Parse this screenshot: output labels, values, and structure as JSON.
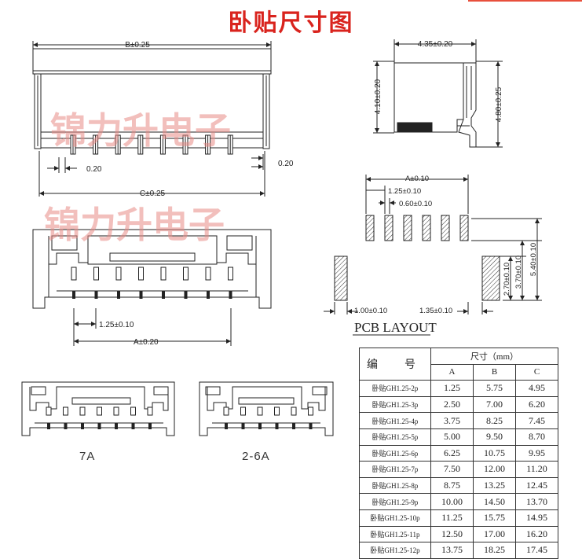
{
  "title": "卧贴尺寸图",
  "watermark": "锦力升电子",
  "colors": {
    "title": "#d9231d",
    "watermark": "#e98b87",
    "line": "#222222",
    "accent": "#e8503c"
  },
  "dims": {
    "top_b": "B±0.25",
    "top_c": "C±0.25",
    "top_020_left": "0.20",
    "top_020_right": "0.20",
    "side_w": "4.35±0.20",
    "side_h1": "4.10±0.20",
    "side_h2": "4.80±0.25",
    "pcb_a": "A±0.10",
    "pcb_pitch": "1.25±0.10",
    "pcb_pad": "0.60±0.10",
    "pcb_h1": "2.70±0.10",
    "pcb_h2": "3.70±0.10",
    "pcb_h3": "5.40±0.10",
    "pcb_w1": "1.00±0.10",
    "pcb_w2": "1.35±0.10",
    "front_pitch": "1.25±0.10",
    "front_a": "A±0.20"
  },
  "pcb_label": "PCB LAYOUT",
  "variant_7a": "7A",
  "variant_26a": "2-6A",
  "table": {
    "col_number": "编　号",
    "col_size": "尺寸（mm）",
    "sub": [
      "A",
      "B",
      "C"
    ],
    "rows": [
      {
        "name": "卧贴GH1.25-2p",
        "a": "1.25",
        "b": "5.75",
        "c": "4.95"
      },
      {
        "name": "卧贴GH1.25-3p",
        "a": "2.50",
        "b": "7.00",
        "c": "6.20"
      },
      {
        "name": "卧贴GH1.25-4p",
        "a": "3.75",
        "b": "8.25",
        "c": "7.45"
      },
      {
        "name": "卧贴GH1.25-5p",
        "a": "5.00",
        "b": "9.50",
        "c": "8.70"
      },
      {
        "name": "卧贴GH1.25-6p",
        "a": "6.25",
        "b": "10.75",
        "c": "9.95"
      },
      {
        "name": "卧贴GH1.25-7p",
        "a": "7.50",
        "b": "12.00",
        "c": "11.20"
      },
      {
        "name": "卧贴GH1.25-8p",
        "a": "8.75",
        "b": "13.25",
        "c": "12.45"
      },
      {
        "name": "卧贴GH1.25-9p",
        "a": "10.00",
        "b": "14.50",
        "c": "13.70"
      },
      {
        "name": "卧贴GH1.25-10p",
        "a": "11.25",
        "b": "15.75",
        "c": "14.95"
      },
      {
        "name": "卧贴GH1.25-11p",
        "a": "12.50",
        "b": "17.00",
        "c": "16.20"
      },
      {
        "name": "卧贴GH1.25-12p",
        "a": "13.75",
        "b": "18.25",
        "c": "17.45"
      }
    ]
  }
}
